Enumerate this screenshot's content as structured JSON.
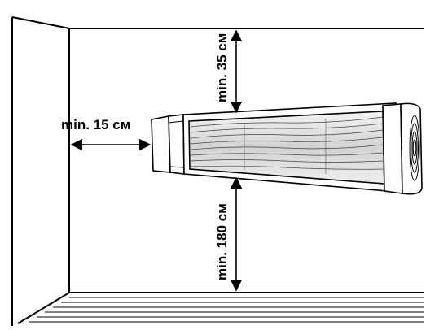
{
  "dimensions": {
    "side_label": "min. 15 см",
    "top_label": "min. 35 см",
    "bottom_label": "min. 180 см"
  },
  "colors": {
    "line": "#000000",
    "background": "#ffffff",
    "heater_glow": "#cfcfcf"
  }
}
